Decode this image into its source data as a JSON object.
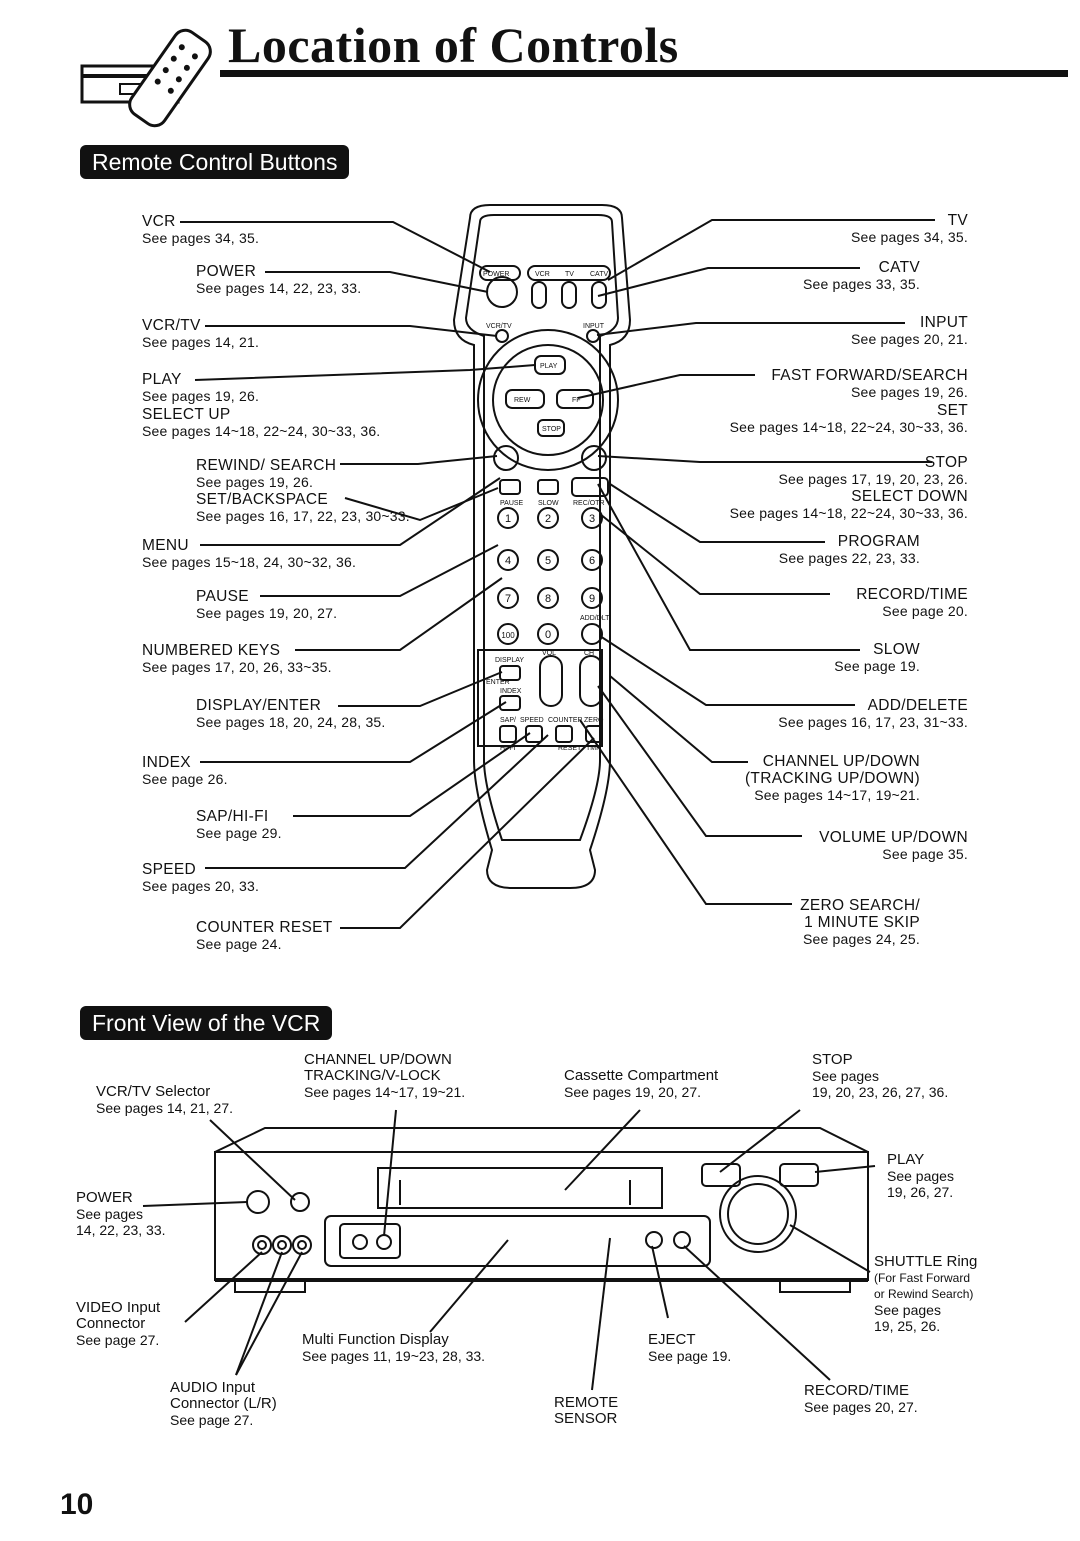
{
  "page": {
    "title": "Location of Controls",
    "page_number": "10"
  },
  "remote_section": {
    "heading": "Remote Control Buttons",
    "button_text": {
      "power": "POWER",
      "vcr": "VCR",
      "tv": "TV",
      "catv": "CATV",
      "vcrtv": "VCR/TV",
      "input": "INPUT",
      "play": "PLAY",
      "rew": "REW",
      "ff": "FF",
      "stop": "STOP",
      "pause": "PAUSE",
      "slow": "SLOW",
      "rec": "REC/OTR",
      "display": "DISPLAY",
      "index": "INDEX",
      "vol": "VOL",
      "ch": "CH",
      "adddlt": "ADD/DLT",
      "sap": "SAP/",
      "speed": "SPEED",
      "counter": "COUNTER",
      "zero": "ZERO",
      "enter": "ENTER",
      "reset": "RESET",
      "hifi": "HI-FI",
      "tmr": "TMR"
    },
    "digits": [
      "1",
      "2",
      "3",
      "4",
      "5",
      "6",
      "7",
      "8",
      "9",
      "100",
      "0"
    ],
    "left_labels": [
      {
        "name": "VCR",
        "pages": "See pages 34, 35."
      },
      {
        "name": "POWER",
        "pages": "See pages 14, 22, 23, 33."
      },
      {
        "name": "VCR/TV",
        "pages": "See pages 14, 21."
      },
      {
        "name": "PLAY",
        "pages": "See pages 19, 26."
      },
      {
        "name": "SELECT UP",
        "pages": "See pages 14~18, 22~24, 30~33, 36."
      },
      {
        "name": "REWIND/ SEARCH",
        "pages": "See pages 19, 26."
      },
      {
        "name": "SET/BACKSPACE",
        "pages": "See pages 16, 17, 22, 23, 30~33."
      },
      {
        "name": "MENU",
        "pages": "See pages 15~18, 24, 30~32, 36."
      },
      {
        "name": "PAUSE",
        "pages": "See pages 19, 20, 27."
      },
      {
        "name": "NUMBERED KEYS",
        "pages": "See pages 17, 20, 26, 33~35."
      },
      {
        "name": "DISPLAY/ENTER",
        "pages": "See pages 18, 20, 24, 28, 35."
      },
      {
        "name": "INDEX",
        "pages": "See page 26."
      },
      {
        "name": "SAP/HI-FI",
        "pages": "See page 29."
      },
      {
        "name": "SPEED",
        "pages": "See pages 20, 33."
      },
      {
        "name": "COUNTER RESET",
        "pages": "See page 24."
      }
    ],
    "right_labels": [
      {
        "name": "TV",
        "pages": "See pages 34, 35."
      },
      {
        "name": "CATV",
        "pages": "See pages 33, 35."
      },
      {
        "name": "INPUT",
        "pages": "See pages 20, 21."
      },
      {
        "name": "FAST FORWARD/SEARCH",
        "pages": "See pages 19, 26."
      },
      {
        "name": "SET",
        "pages": "See pages 14~18, 22~24, 30~33, 36."
      },
      {
        "name": "STOP",
        "pages": "See pages 17, 19, 20, 23, 26."
      },
      {
        "name": "SELECT DOWN",
        "pages": "See pages 14~18, 22~24, 30~33, 36."
      },
      {
        "name": "PROGRAM",
        "pages": "See pages 22, 23, 33."
      },
      {
        "name": "RECORD/TIME",
        "pages": "See page 20."
      },
      {
        "name": "SLOW",
        "pages": "See page 19."
      },
      {
        "name": "ADD/DELETE",
        "pages": "See pages 16, 17, 23, 31~33."
      },
      {
        "name": "CHANNEL UP/DOWN",
        "name2": "(TRACKING UP/DOWN)",
        "pages": "See pages 14~17, 19~21."
      },
      {
        "name": "VOLUME UP/DOWN",
        "pages": "See page 35."
      },
      {
        "name": "ZERO SEARCH/",
        "name2": "1 MINUTE SKIP",
        "pages": "See pages 24, 25."
      }
    ]
  },
  "vcr_section": {
    "heading": "Front View of the VCR",
    "labels": {
      "channel": {
        "name": "CHANNEL UP/DOWN",
        "name2": "TRACKING/V-LOCK",
        "pages": "See pages 14~17, 19~21."
      },
      "vcrtv": {
        "name": "VCR/TV Selector",
        "pages": "See pages 14, 21, 27."
      },
      "cassette": {
        "name": "Cassette Compartment",
        "pages": "See pages 19, 20, 27."
      },
      "stop": {
        "name": "STOP",
        "pages": "See pages",
        "pages2": "19, 20, 23, 26, 27, 36."
      },
      "power": {
        "name": "POWER",
        "pages": "See pages",
        "pages2": "14, 22, 23, 33."
      },
      "play": {
        "name": "PLAY",
        "pages": "See pages",
        "pages2": "19, 26, 27."
      },
      "shuttle": {
        "name": "SHUTTLE Ring",
        "desc": "(For Fast Forward",
        "desc2": "or Rewind Search)",
        "pages": "See pages",
        "pages2": "19, 25, 26."
      },
      "video": {
        "name": "VIDEO Input",
        "name2": "Connector",
        "pages": "See page 27."
      },
      "display": {
        "name": "Multi Function Display",
        "pages": "See pages 11, 19~23, 28, 33."
      },
      "eject": {
        "name": "EJECT",
        "pages": "See page 19."
      },
      "audio": {
        "name": "AUDIO Input",
        "name2": "Connector (L/R)",
        "pages": "See page 27."
      },
      "sensor": {
        "name": "REMOTE",
        "name2": "SENSOR"
      },
      "record": {
        "name": "RECORD/TIME",
        "pages": "See pages 20, 27."
      }
    }
  }
}
